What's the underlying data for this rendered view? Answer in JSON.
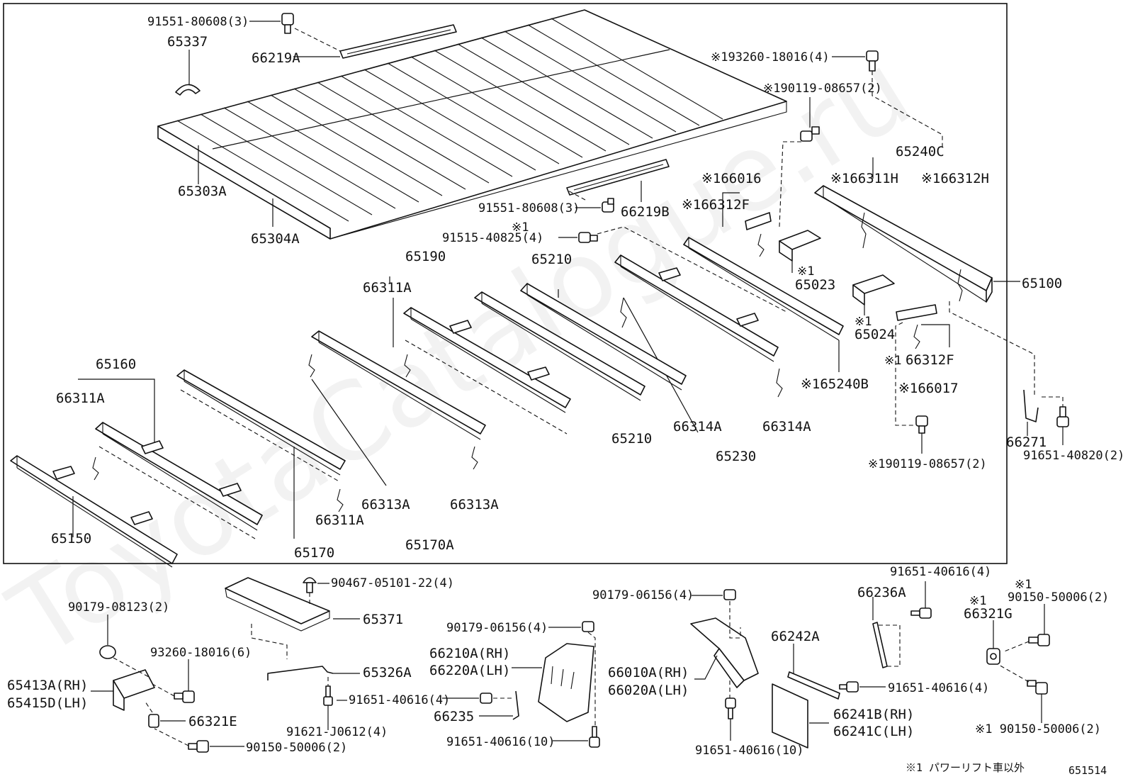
{
  "watermark": "ToyotaCatalogue.ru",
  "diagram_id": "651514",
  "footnote": "※1 パワーリフト車以外",
  "labels": {
    "l_91551_top": "91551-80608(3)",
    "l_65337": "65337",
    "l_66219A": "66219A",
    "l_65303A": "65303A",
    "l_65304A": "65304A",
    "l_91551_mid": "91551-80608(3)",
    "l_66219B": "66219B",
    "l_193260_top": "※193260-18016(4)",
    "l_190119_top": "※190119-08657(2)",
    "l_65240C": "65240C",
    "l_166016": "※166016",
    "l_166311H": "※166311H",
    "l_166312H": "※166312H",
    "l_166312F_a": "※166312F",
    "l_note1_a": "※1",
    "l_91515": "91515-40825(4)",
    "l_65190": "65190",
    "l_65210_top": "65210",
    "l_note1_b": "※1",
    "l_65023": "65023",
    "l_65100": "65100",
    "l_66311A_a": "66311A",
    "l_note1_c": "※1",
    "l_65024": "65024",
    "l_note1_d": "※1",
    "l_66312F_b": "66312F",
    "l_165240B": "※165240B",
    "l_166017": "※166017",
    "l_65160": "65160",
    "l_66311A_b": "66311A",
    "l_65210_bot": "65210",
    "l_66314A_a": "66314A",
    "l_66314A_b": "66314A",
    "l_65230": "65230",
    "l_66271": "66271",
    "l_190119_bot": "※190119-08657(2)",
    "l_91651_40820": "91651-40820(2)",
    "l_66313A_a": "66313A",
    "l_66313A_b": "66313A",
    "l_66311A_c": "66311A",
    "l_65150": "65150",
    "l_65170": "65170",
    "l_65170A": "65170A",
    "l_90467": "90467-05101-22(4)",
    "l_65371": "65371",
    "l_90179_08123": "90179-08123(2)",
    "l_93260": "93260-18016(6)",
    "l_65326A": "65326A",
    "l_65413A": "65413A(RH)",
    "l_65415D": "65415D(LH)",
    "l_66321E": "66321E",
    "l_90150_bot": "90150-50006(2)",
    "l_91651_40616_4a": "91651-40616(4)",
    "l_91621": "91621-J0612(4)",
    "l_90179_06156_a": "90179-06156(4)",
    "l_90179_06156_b": "90179-06156(4)",
    "l_66210A": "66210A(RH)",
    "l_66220A": "66220A(LH)",
    "l_66235": "66235",
    "l_91651_40616_10a": "91651-40616(10)",
    "l_66010A": "66010A(RH)",
    "l_66020A": "66020A(LH)",
    "l_91651_40616_10b": "91651-40616(10)",
    "l_66242A": "66242A",
    "l_66241B": "66241B(RH)",
    "l_66241C": "66241C(LH)",
    "l_91651_40616_4b": "91651-40616(4)",
    "l_66236A": "66236A",
    "l_91651_40616_4c": "91651-40616(4)",
    "l_note1_e": "※1",
    "l_90150_top": "90150-50006(2)",
    "l_note1_f": "※1",
    "l_66321G": "66321G",
    "l_190150_bot": "※1 90150-50006(2)"
  }
}
